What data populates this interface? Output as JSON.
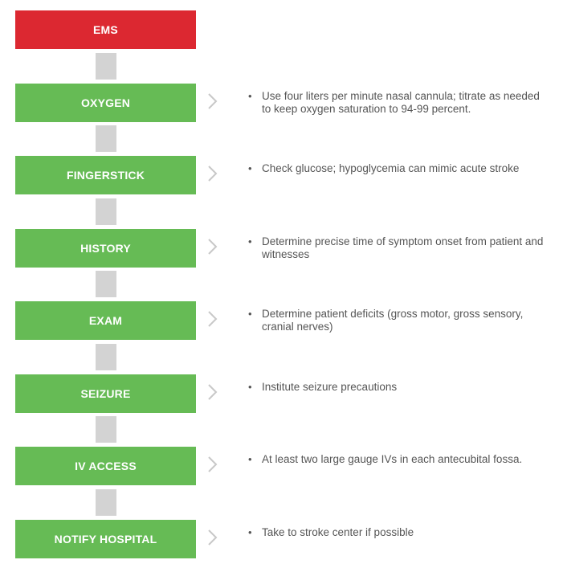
{
  "colors": {
    "header": "#dc2831",
    "step": "#66bb55",
    "connector": "#d3d3d3",
    "chevron": "#c8c8c8",
    "text": "#555555"
  },
  "header": {
    "label": "EMS"
  },
  "steps": [
    {
      "label": "OXYGEN",
      "note": "Use four liters per minute nasal cannula; titrate as needed to keep oxygen saturation to 94-99 percent."
    },
    {
      "label": "FINGERSTICK",
      "note": "Check glucose; hypoglycemia can mimic acute stroke"
    },
    {
      "label": "HISTORY",
      "note": "Determine precise time of symptom onset from patient and witnesses"
    },
    {
      "label": "EXAM",
      "note": "Determine patient deficits (gross motor, gross sensory, cranial nerves)"
    },
    {
      "label": "SEIZURE",
      "note": "Institute seizure precautions"
    },
    {
      "label": "IV ACCESS",
      "note": "At least two large gauge IVs in each antecubital fossa."
    },
    {
      "label": "NOTIFY HOSPITAL",
      "note": "Take to stroke center if possible"
    }
  ],
  "bullet_char": "•",
  "chevron_icon": "chevron-right-icon"
}
